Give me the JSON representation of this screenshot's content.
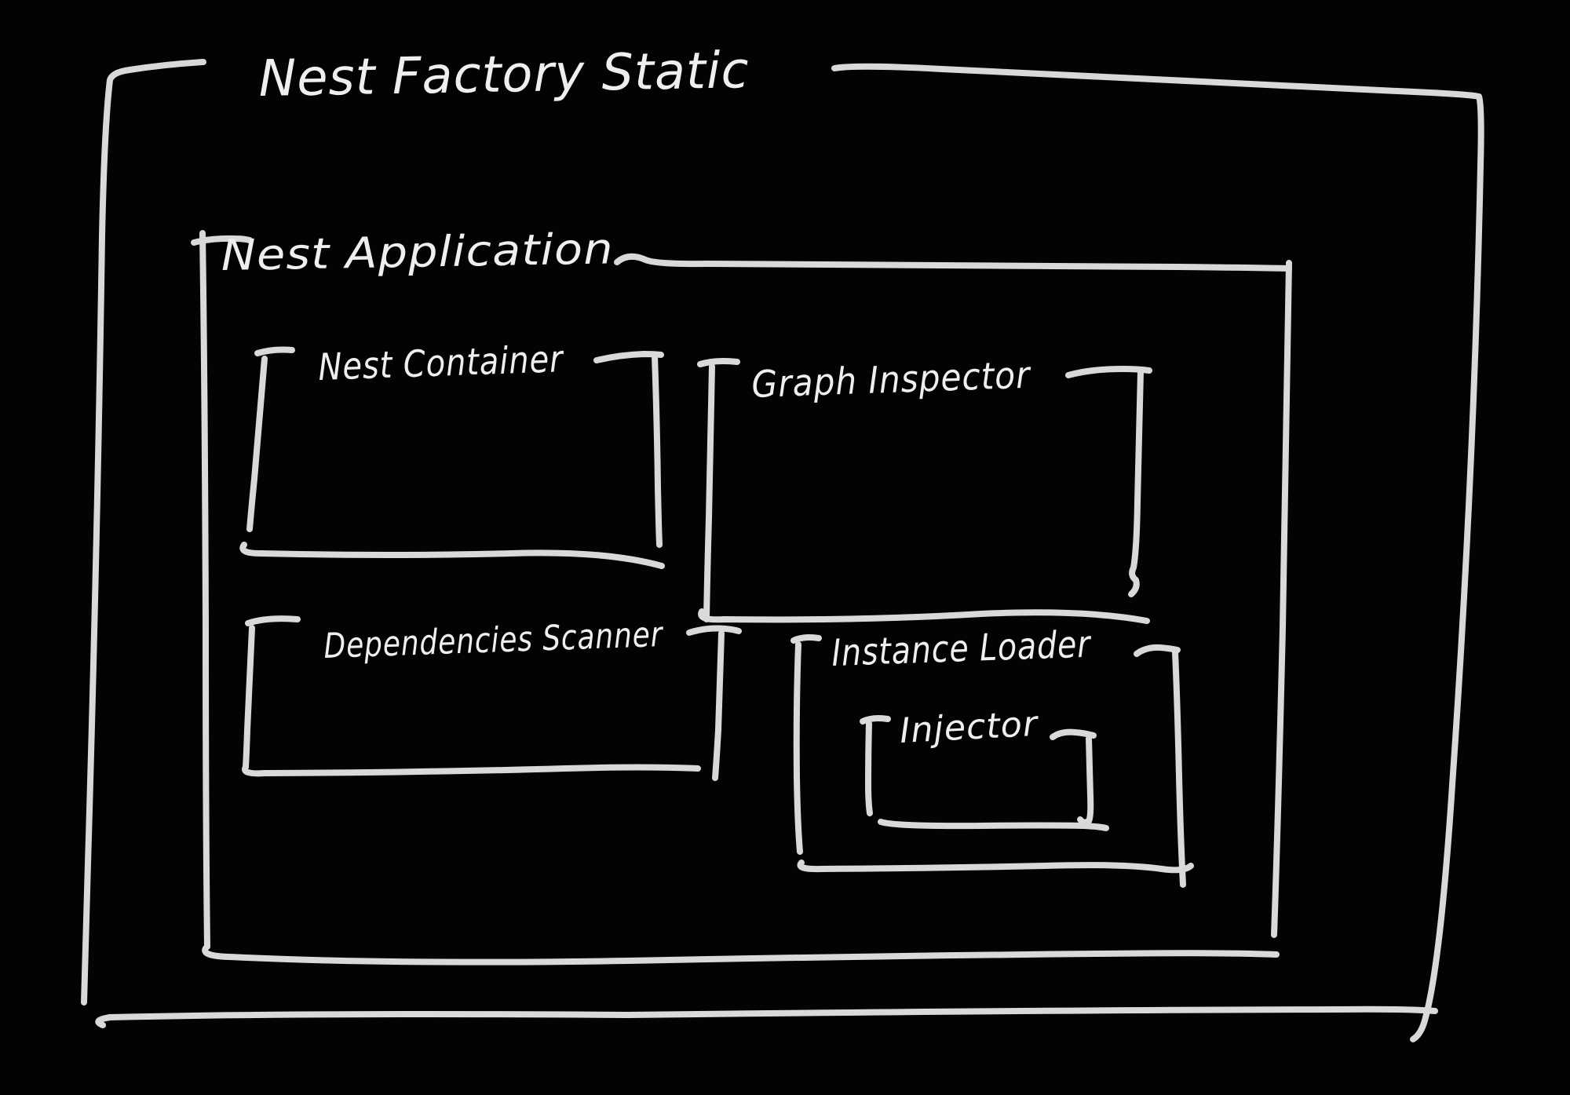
{
  "canvas": {
    "background": "#030303",
    "ink_color": "#d9d9d9",
    "text_color": "#efefef"
  },
  "diagram": {
    "type": "hand-drawn-nested-boxes",
    "title": "Nest Factory Static",
    "children": [
      {
        "label": "Nest Application",
        "children": [
          {
            "label": "Nest Container",
            "children": []
          },
          {
            "label": "Graph Inspector",
            "children": []
          },
          {
            "label": "Dependencies Scanner",
            "children": []
          },
          {
            "label": "Instance Loader",
            "children": [
              {
                "label": "Injector",
                "children": []
              }
            ]
          }
        ]
      }
    ]
  }
}
